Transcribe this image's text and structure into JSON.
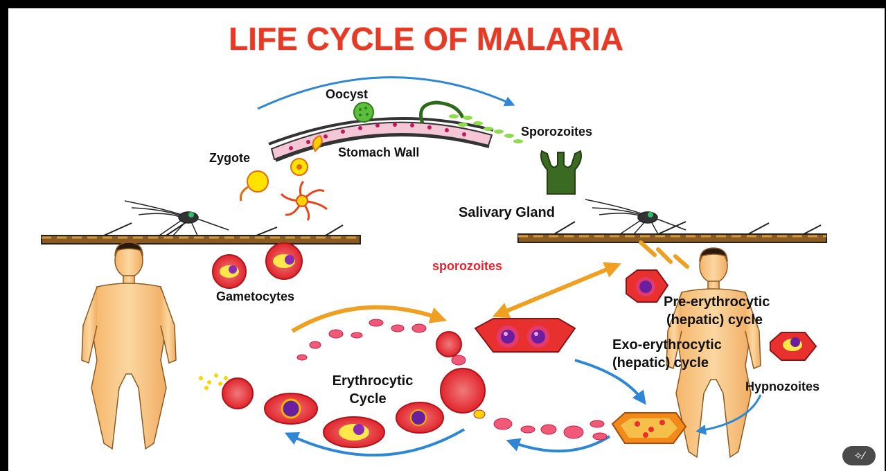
{
  "title": "LIFE CYCLE OF MALARIA",
  "labels": {
    "oocyst": "Oocyst",
    "sporozoites_mosquito": "Sporozoites",
    "zygote": "Zygote",
    "stomach_wall": "Stomach Wall",
    "salivary_gland": "Salivary  Gland",
    "sporozoites_blood": "sporozoites",
    "gametocytes": "Gametocytes",
    "pre_erythrocytic_1": "Pre-erythrocytic",
    "pre_erythrocytic_2": "(hepatic) cycle",
    "exo_erythrocytic_1": "Exo-erythrocytic",
    "exo_erythrocytic_2": "(hepatic) cycle",
    "hypnozoites": "Hypnozoites",
    "erythrocytic_1": "Erythrocytic",
    "erythrocytic_2": "Cycle"
  },
  "icons": {
    "magic_button": "magic-wand-icon"
  },
  "colors": {
    "title": "#e53a25",
    "sporozoites_label": "#e8232e",
    "blue_arrow": "#2e86d6",
    "orange_arrow": "#f0a020",
    "rbc": "#e5252c",
    "skin": "#f7c98b"
  }
}
